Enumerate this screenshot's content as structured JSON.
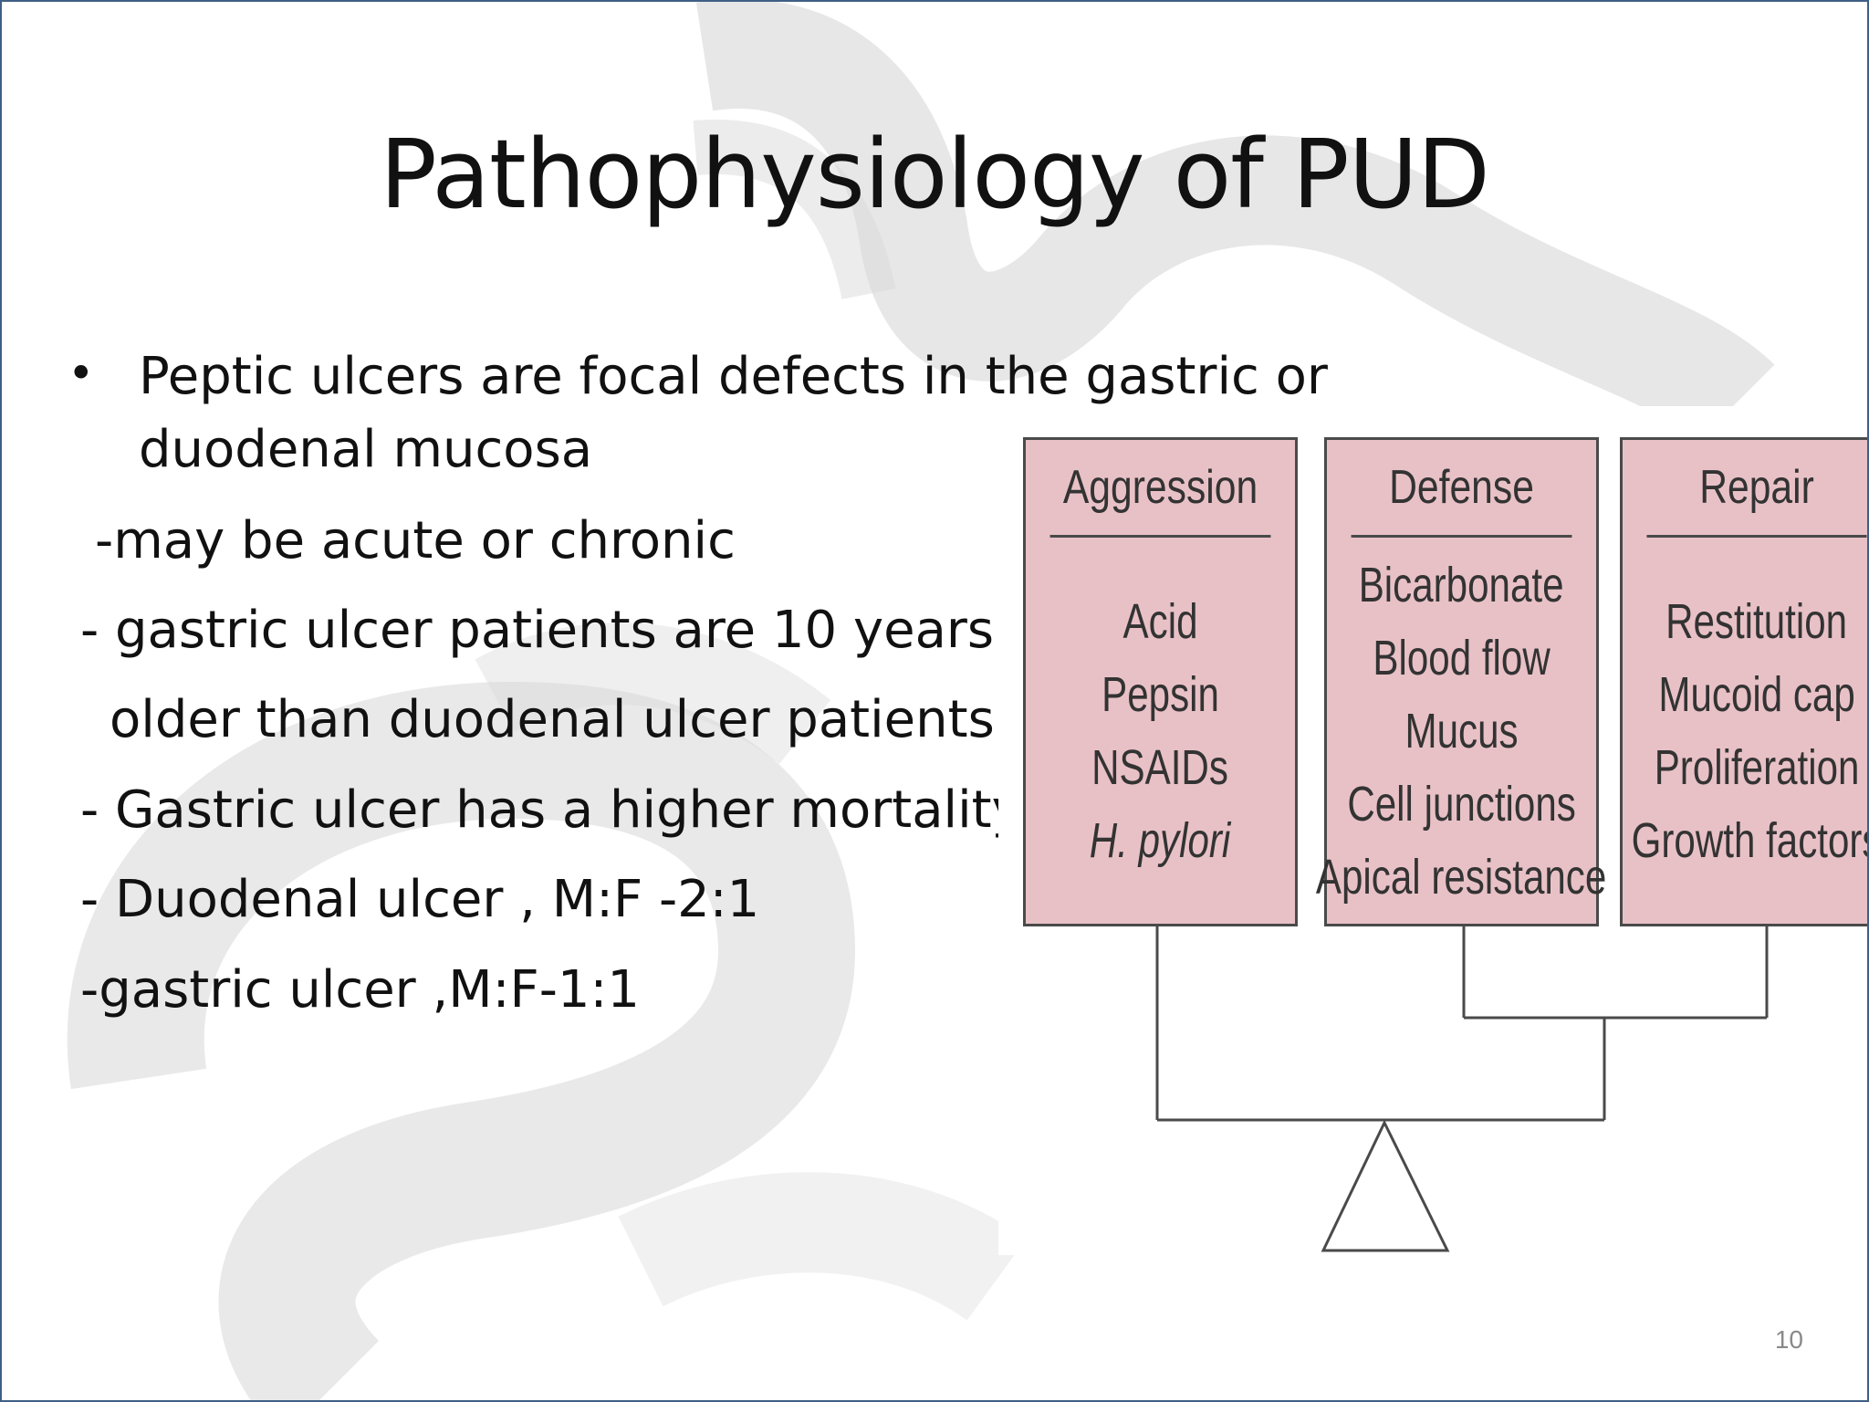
{
  "slide": {
    "title": "Pathophysiology of PUD",
    "bullet_symbol": "•",
    "lines": [
      "Peptic ulcers are focal defects in the gastric or",
      "duodenal mucosa",
      "-may be acute or chronic",
      "- gastric ulcer patients are 10 years",
      "older than duodenal ulcer patients.",
      "- Gastric ulcer has a higher mortality",
      "- Duodenal ulcer , M:F -2:1",
      "-gastric ulcer ,M:F-1:1"
    ],
    "page_number": "10"
  },
  "diagram": {
    "columns": [
      {
        "header": "Aggression",
        "items": [
          "Acid",
          "Pepsin",
          "NSAIDs",
          "H. pylori"
        ]
      },
      {
        "header": "Defense",
        "items": [
          "Bicarbonate",
          "Blood flow",
          "Mucus",
          "Cell junctions",
          "Apical resistance"
        ]
      },
      {
        "header": "Repair",
        "items": [
          "Restitution",
          "Mucoid cap",
          "Proliferation",
          "Growth factors"
        ]
      }
    ],
    "box_fill": "#e8c1c6",
    "line_color": "#4a4a4a"
  },
  "background_image": "stomach-illustration-faded"
}
